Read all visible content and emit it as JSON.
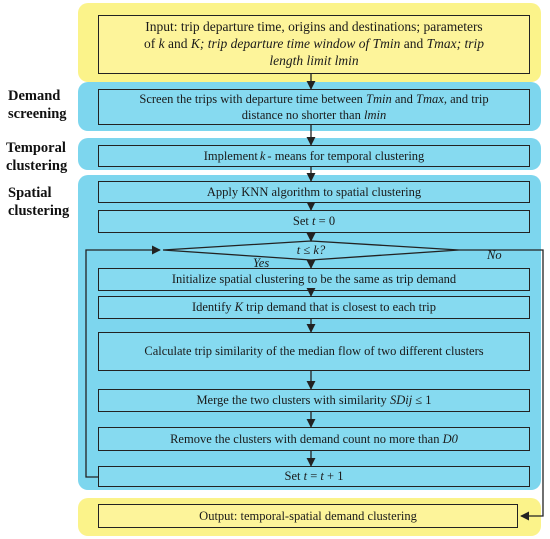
{
  "stages": {
    "demand_screening": "Demand\nscreening",
    "temporal_clustering": "Temporal\nclustering",
    "spatial_clustering": "Spatial\nclustering"
  },
  "input": {
    "l1": "Input: trip departure time, origins and destinations; parameters",
    "l2a": "of ",
    "l2b": "k",
    "l2c": " and ",
    "l2d": "K; trip departure time window of ",
    "l2e": "Tmin",
    "l2f": " and ",
    "l2g": "Tmax; trip",
    "l3a": "length limit ",
    "l3b": "lmin"
  },
  "screen": {
    "l1a": "Screen the trips with departure time between ",
    "l1b": "Tmin",
    "l1c": " and ",
    "l1d": "Tmax",
    "l1e": ", and trip",
    "l2a": "distance no shorter than ",
    "l2b": "lmin"
  },
  "kmeans": {
    "a": "Implement ",
    "b": "k",
    "c": " - means for temporal clustering"
  },
  "knn": "Apply KNN algorithm to spatial clustering",
  "set_t0": {
    "a": "Set ",
    "b": "t",
    "c": " = 0"
  },
  "decision": {
    "a": "t",
    "b": " ≤ ",
    "c": "k?"
  },
  "yes_label": "Yes",
  "no_label": "No",
  "init": "Initialize spatial clustering to be the same as trip demand",
  "identify": {
    "a": "Identify ",
    "b": "K",
    "c": " trip demand that is closest to each trip"
  },
  "similarity": "Calculate trip similarity of the median flow of two different clusters",
  "merge": {
    "a": "Merge the two clusters with similarity ",
    "b": "SDij",
    "c": " ≤ 1"
  },
  "remove": {
    "a": "Remove the clusters with demand count no more than ",
    "b": "D0"
  },
  "set_t1": {
    "a": "Set ",
    "b": "t",
    "c": " = ",
    "d": "t",
    "e": " + 1"
  },
  "output": "Output: temporal-spatial demand clustering",
  "colors": {
    "yellow_panel": "#fbf38a",
    "blue_panel": "#7dd6ee",
    "box_blue": "#86daf0",
    "box_yellow": "#fdf49a"
  }
}
